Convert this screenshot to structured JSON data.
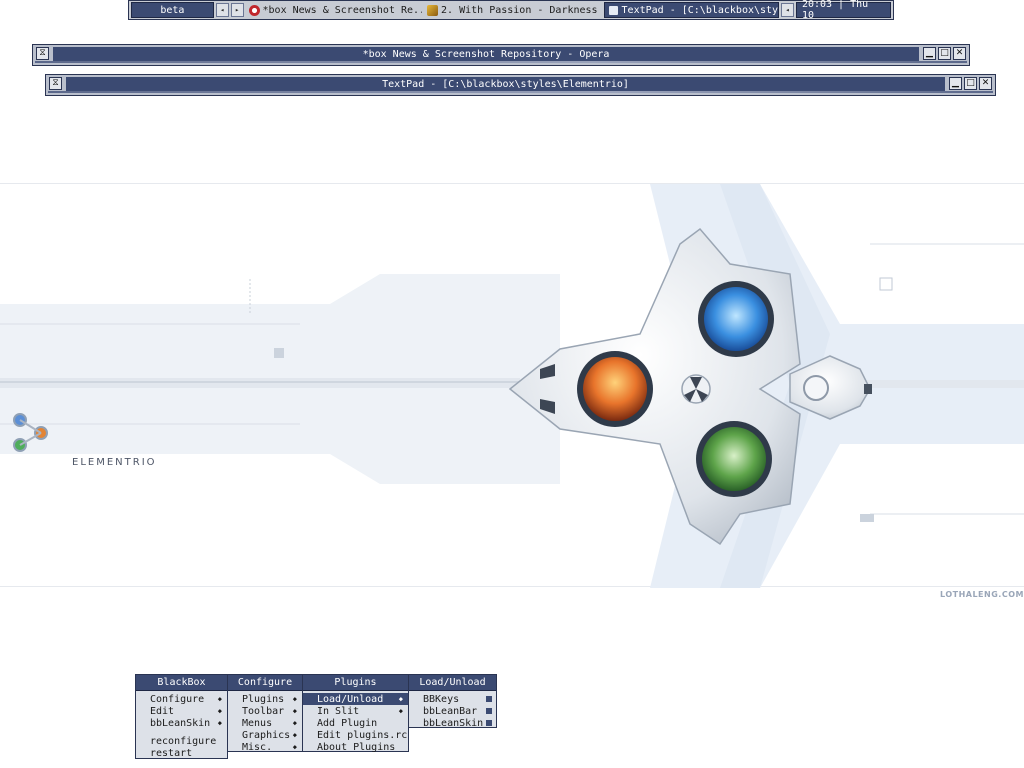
{
  "toolbar": {
    "workspace": "beta",
    "prev_label": "◂",
    "next_label": "▸",
    "tasks": [
      {
        "label": "*box News & Screenshot Re...",
        "icon": "opera-icon"
      },
      {
        "label": "2. With Passion - Darkness ...",
        "icon": "winamp-icon"
      },
      {
        "label": "TextPad - [C:\\blackbox\\sty...",
        "icon": "textpad-icon"
      }
    ],
    "tasks_more_label": "◂",
    "clock": "20:03 | Thu 10"
  },
  "windows": [
    {
      "title": "*box News & Screenshot Repository - Opera"
    },
    {
      "title": "TextPad - [C:\\blackbox\\styles\\Elementrio]"
    }
  ],
  "window_buttons": {
    "stick": "⧖",
    "minimize": "▁",
    "maximize": "□",
    "close": "✕"
  },
  "wallpaper": {
    "brand": "ELEMENTRIO",
    "credit": "LOTHALENG.COM"
  },
  "menus": {
    "blackbox": {
      "title": "BlackBox",
      "items": [
        "Configure",
        "Edit",
        "bbLeanSkin"
      ],
      "bottom_items": [
        "reconfigure",
        "restart"
      ]
    },
    "configure": {
      "title": "Configure",
      "items": [
        "Plugins",
        "Toolbar",
        "Menus",
        "Graphics",
        "Misc."
      ]
    },
    "plugins": {
      "title": "Plugins",
      "items": [
        "Load/Unload",
        "In Slit",
        "Add Plugin",
        "Edit plugins.rc",
        "About Plugins"
      ]
    },
    "loadunload": {
      "title": "Load/Unload",
      "items": [
        "BBKeys",
        "bbLeanBar",
        "bbLeanSkin"
      ]
    }
  },
  "submenu_glyph": "◆",
  "colors": {
    "accent": "#3b4a72",
    "menu_bg": "#dde1e8",
    "frame": "#2a3452"
  }
}
